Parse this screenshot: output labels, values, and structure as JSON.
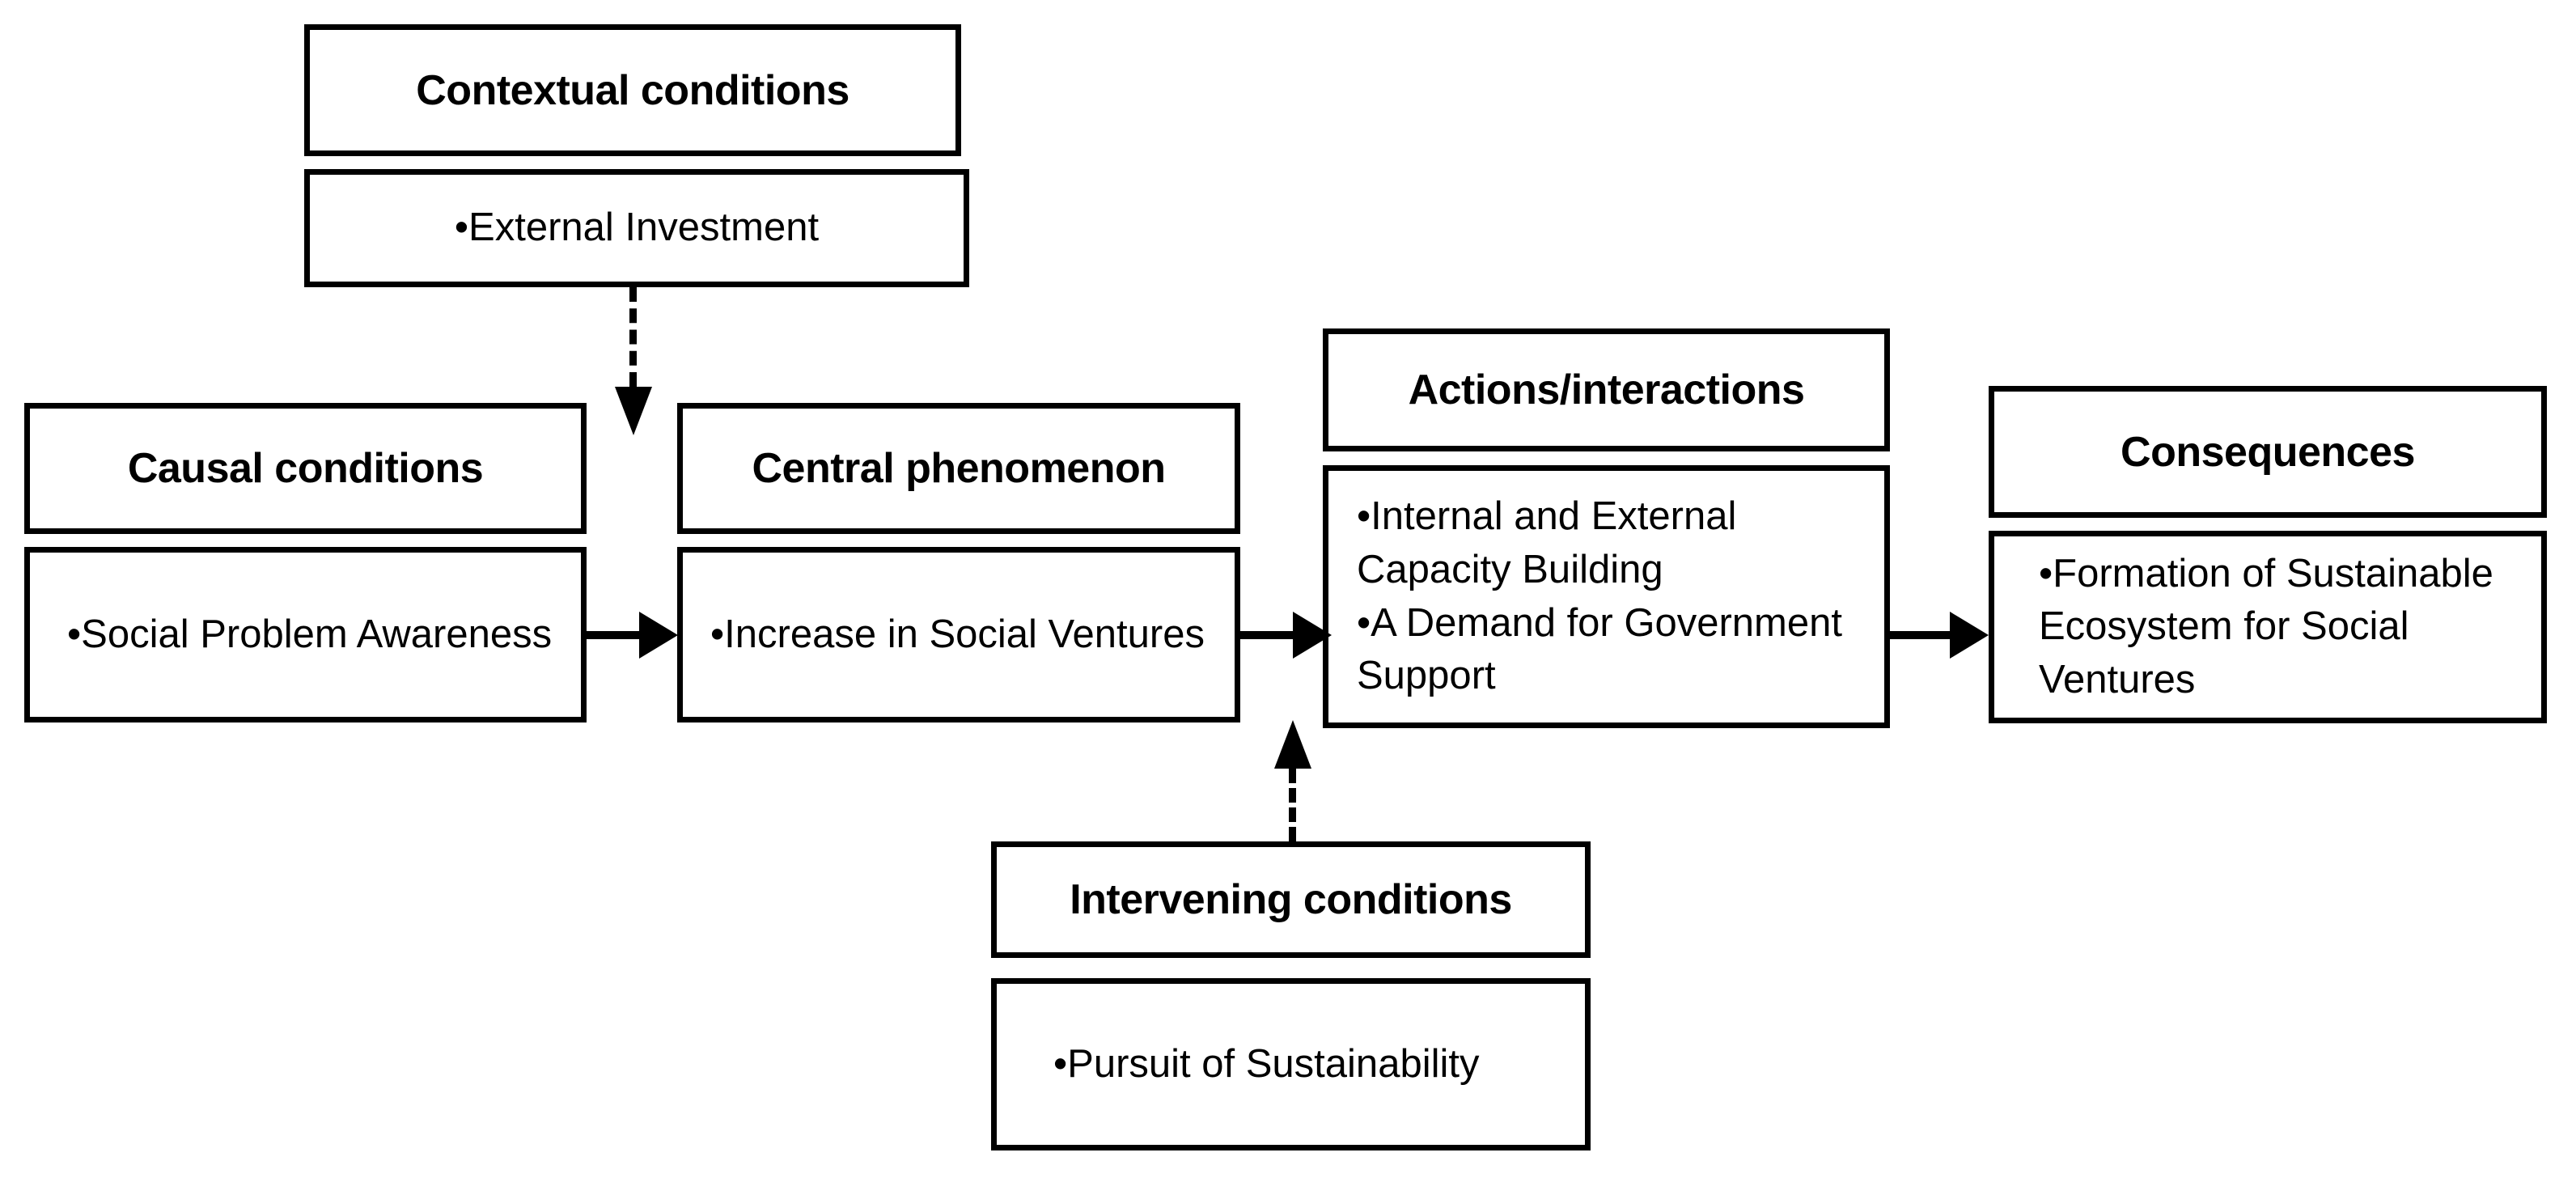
{
  "diagram": {
    "boxes": {
      "contextual": {
        "title": "Contextual conditions",
        "items": [
          "•External Investment"
        ]
      },
      "causal": {
        "title": "Causal conditions",
        "items": [
          "•Social Problem Awareness"
        ]
      },
      "central": {
        "title": "Central phenomenon",
        "items": [
          "•Increase in Social Ventures"
        ]
      },
      "actions": {
        "title": "Actions/interactions",
        "items": [
          "•Internal and External Capacity Building",
          "•A Demand for Government Support"
        ]
      },
      "consequences": {
        "title": "Consequences",
        "items": [
          "•Formation of Sustainable Ecosystem for Social Ventures"
        ]
      },
      "intervening": {
        "title": "Intervening conditions",
        "items": [
          "•Pursuit of Sustainability"
        ]
      }
    },
    "arrows": [
      {
        "name": "contextual-to-central-phenomenon",
        "style": "dashed",
        "direction": "down"
      },
      {
        "name": "causal-to-central",
        "style": "solid",
        "direction": "right"
      },
      {
        "name": "central-to-actions",
        "style": "solid",
        "direction": "right"
      },
      {
        "name": "actions-to-consequences",
        "style": "solid",
        "direction": "right"
      },
      {
        "name": "intervening-to-actions",
        "style": "dashed",
        "direction": "up"
      }
    ],
    "colors": {
      "border": "#000000",
      "background": "#ffffff",
      "text": "#000000"
    }
  }
}
